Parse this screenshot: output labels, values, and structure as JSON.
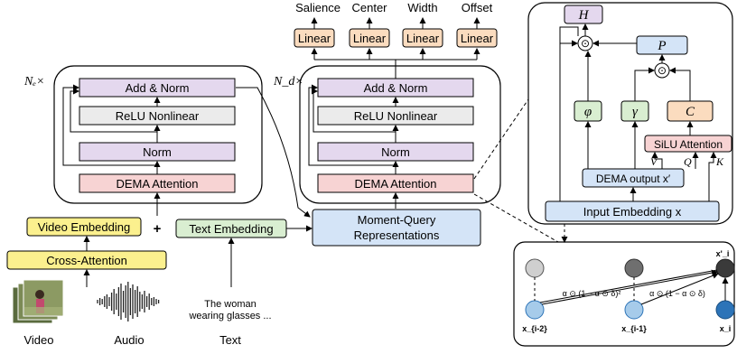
{
  "encoder": {
    "repeat_label": "Nₑ×",
    "blocks": {
      "add_norm": "Add & Norm",
      "relu": "ReLU Nonlinear",
      "norm": "Norm",
      "dema": "DEMA Attention"
    }
  },
  "decoder": {
    "repeat_label": "N_d×",
    "blocks": {
      "add_norm": "Add & Norm",
      "relu": "ReLU Nonlinear",
      "norm": "Norm",
      "dema": "DEMA Attention"
    },
    "heads": [
      "Linear",
      "Linear",
      "Linear",
      "Linear"
    ],
    "outputs": [
      "Salience",
      "Center",
      "Width",
      "Offset"
    ]
  },
  "inputs": {
    "video_embedding": "Video Embedding",
    "text_embedding": "Text Embedding",
    "cross_attention": "Cross-Attention",
    "plus": "+",
    "moment_query": [
      "Moment-Query",
      "Representations"
    ],
    "text_sample": [
      "The woman",
      "wearing glasses ..."
    ],
    "labels": [
      "Video",
      "Audio",
      "Text"
    ]
  },
  "dema_detail": {
    "H": "H",
    "P": "P",
    "C": "C",
    "phi": "φ",
    "gamma": "γ",
    "silu": "SiLU Attention",
    "V": "V",
    "Q": "Q",
    "K": "K",
    "dema_output": "DEMA output x′",
    "input_embedding": "Input Embedding x",
    "odot": "⊙"
  },
  "recurrence": {
    "nodes": [
      "x_{i-2}",
      "x_{i-1}",
      "x_i",
      "x'_i"
    ],
    "coeff_sq": "α ⊙ (1 − α ⊙ δ)²",
    "coeff": "α ⊙ (1 − α ⊙ δ)"
  },
  "colors": {
    "purple": "#e4d8ee",
    "gray": "#ebebeb",
    "pink": "#f7d3d3",
    "yellow": "#fbf08e",
    "green": "#d9eed1",
    "blue": "#d4e4f7",
    "orange": "#fbdcbf",
    "node_blue": "#2d74b8",
    "node_light": "#a6cbea",
    "node_dark": "#6f6f6f"
  }
}
